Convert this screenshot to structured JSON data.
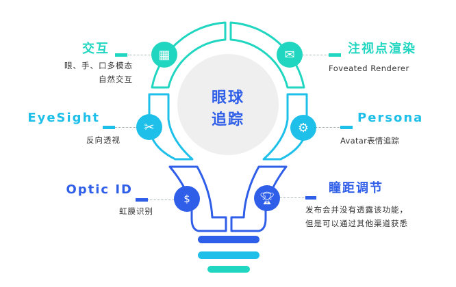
{
  "center": {
    "line1": "眼球",
    "line2": "追踪"
  },
  "colors": {
    "teal": "#20d6c0",
    "cyan": "#1ec0ea",
    "blue": "#2f5ee8",
    "gray": "#efefef"
  },
  "features": {
    "interaction": {
      "title": "交互",
      "desc1": "眼、手、口多模态",
      "desc2": "自然交互",
      "icon": "calendar-icon"
    },
    "foveated": {
      "title": "注视点渲染",
      "desc1": "Foveated Renderer",
      "icon": "message-clock-icon"
    },
    "eyesight": {
      "title": "EyeSight",
      "desc1": "反向透视",
      "icon": "scissors-icon"
    },
    "persona": {
      "title": "Persona",
      "desc1": "Avatar表情追踪",
      "icon": "store-gear-icon"
    },
    "opticid": {
      "title": "Optic ID",
      "desc1": "虹膜识别",
      "icon": "dollar-chat-icon"
    },
    "ipd": {
      "title": "瞳距调节",
      "desc1": "发布会并没有透露该功能，",
      "desc2": "但是可以通过其他渠道获悉",
      "icon": "trophy-icon"
    }
  }
}
